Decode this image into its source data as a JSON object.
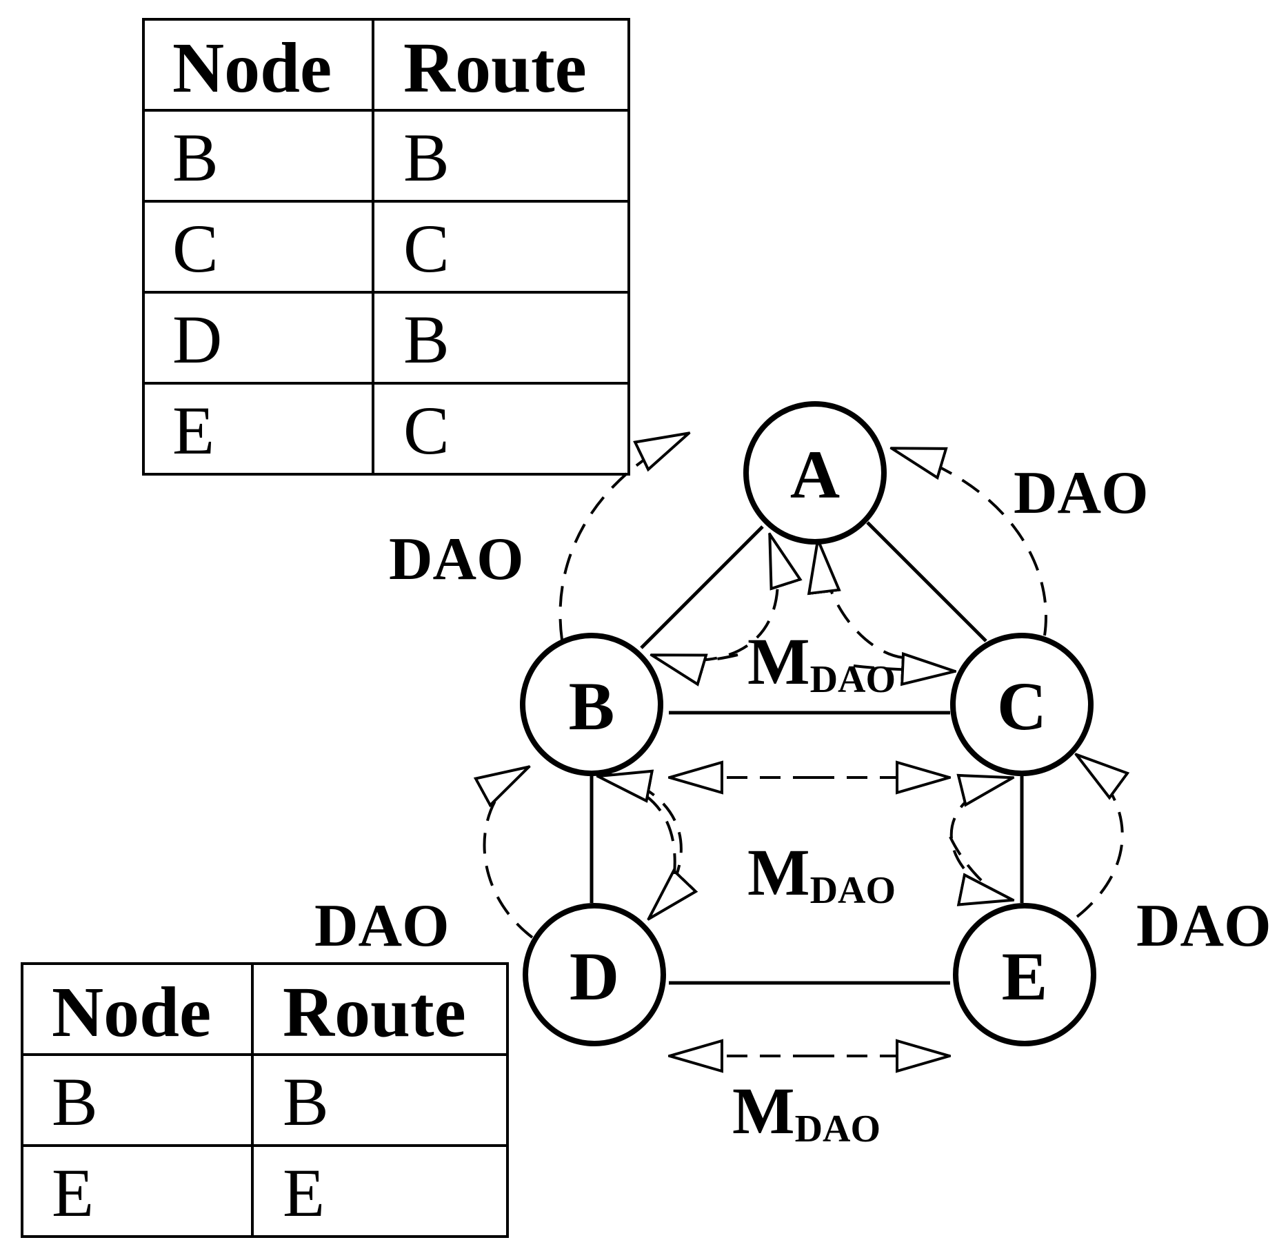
{
  "tables": {
    "top": {
      "headers": [
        "Node",
        "Route"
      ],
      "rows": [
        [
          "B",
          "B"
        ],
        [
          "C",
          "C"
        ],
        [
          "D",
          "B"
        ],
        [
          "E",
          "C"
        ]
      ]
    },
    "bottom": {
      "headers": [
        "Node",
        "Route"
      ],
      "rows": [
        [
          "B",
          "B"
        ],
        [
          "E",
          "E"
        ]
      ]
    }
  },
  "nodes": {
    "a": "A",
    "b": "B",
    "c": "C",
    "d": "D",
    "e": "E"
  },
  "labels": {
    "dao_top_left": "DAO",
    "dao_top_right": "DAO",
    "dao_bottom_left": "DAO",
    "dao_bottom_right": "DAO",
    "mdao_upper": {
      "main": "M",
      "sub": "DAO"
    },
    "mdao_middle": {
      "main": "M",
      "sub": "DAO"
    },
    "mdao_lower": {
      "main": "M",
      "sub": "DAO"
    }
  }
}
